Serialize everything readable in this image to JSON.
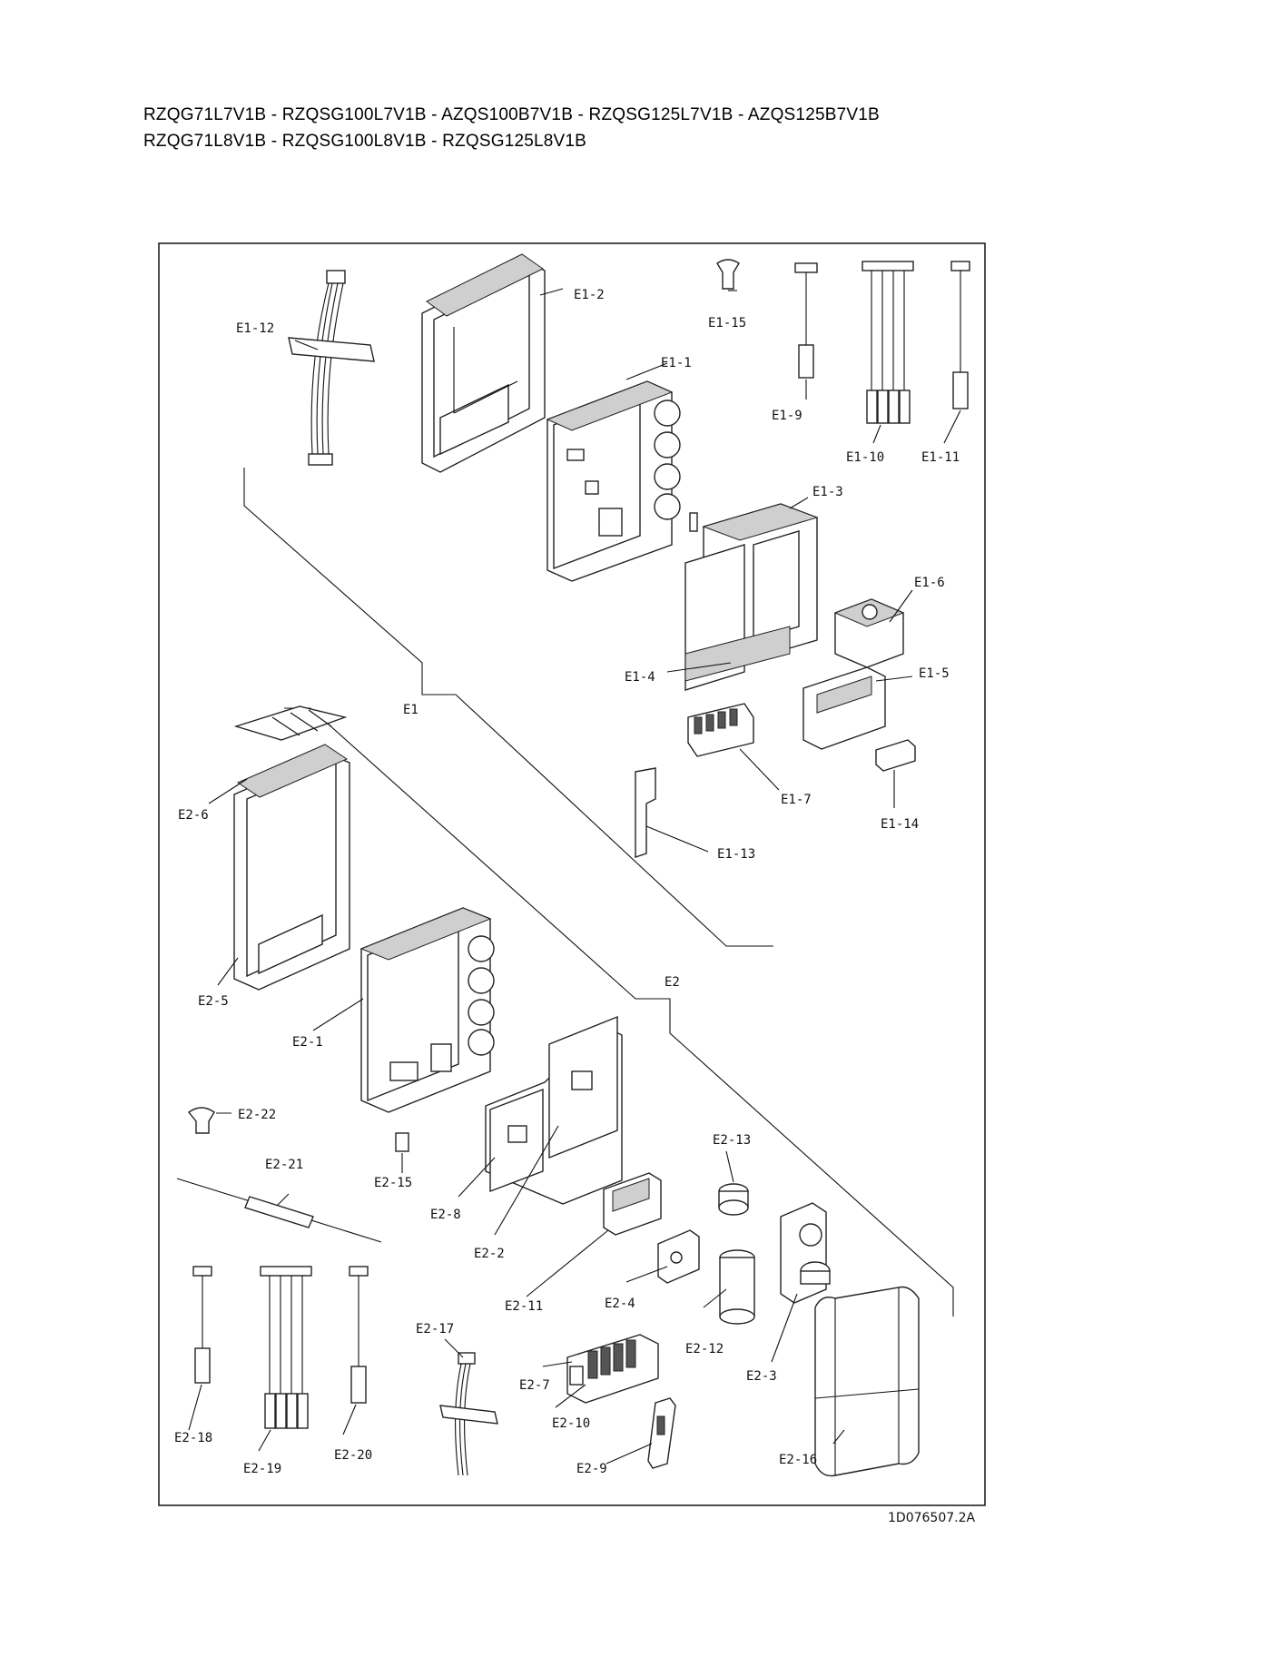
{
  "header": {
    "line1": "RZQG71L7V1B - RZQSG100L7V1B - AZQS100B7V1B - RZQSG125L7V1B - AZQS125B7V1B",
    "line2": "RZQG71L8V1B - RZQSG100L8V1B - RZQSG125L8V1B"
  },
  "groups": {
    "e1": "E1",
    "e2": "E2"
  },
  "labels": {
    "e1_1": "E1-1",
    "e1_2": "E1-2",
    "e1_3": "E1-3",
    "e1_4": "E1-4",
    "e1_5": "E1-5",
    "e1_6": "E1-6",
    "e1_7": "E1-7",
    "e1_9": "E1-9",
    "e1_10": "E1-10",
    "e1_11": "E1-11",
    "e1_12": "E1-12",
    "e1_13": "E1-13",
    "e1_14": "E1-14",
    "e1_15": "E1-15",
    "e2_1": "E2-1",
    "e2_2": "E2-2",
    "e2_3": "E2-3",
    "e2_4": "E2-4",
    "e2_5": "E2-5",
    "e2_6": "E2-6",
    "e2_7": "E2-7",
    "e2_8": "E2-8",
    "e2_9": "E2-9",
    "e2_10": "E2-10",
    "e2_11": "E2-11",
    "e2_12": "E2-12",
    "e2_13": "E2-13",
    "e2_15": "E2-15",
    "e2_16": "E2-16",
    "e2_17": "E2-17",
    "e2_18": "E2-18",
    "e2_19": "E2-19",
    "e2_20": "E2-20",
    "e2_21": "E2-21",
    "e2_22": "E2-22"
  },
  "drawing_id": "1D076507.2A"
}
